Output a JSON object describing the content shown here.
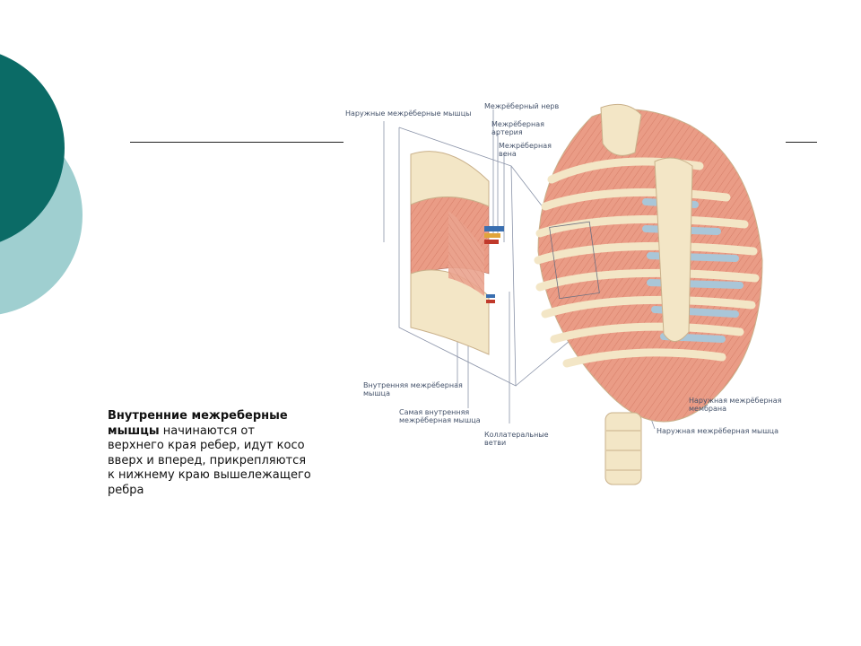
{
  "colors": {
    "circle_dark": "#0b6b66",
    "circle_light": "#9fcfd0",
    "muscle": "#ea9c86",
    "rib": "#f3e6c6",
    "cartilage": "#a9c6d8",
    "bone_outline": "#c9b08a",
    "label_text": "#45536b"
  },
  "text": {
    "bold_lead": "Внутренние межреберные мышцы",
    "rest": " начинаются от верхнего края ребер, идут косо вверх и вперед, прикрепляются к нижнему краю вышележащего ребра"
  },
  "labels": {
    "external_muscles": "Наружные межрёберные мышцы",
    "nerve": "Межрёберный нерв",
    "artery": "Межрёберная\nартерия",
    "vein": "Межрёберная\nвена",
    "internal_muscle": "Внутренняя межрёберная\nмышца",
    "innermost_muscle": "Самая внутренняя\nмежрёберная мышца",
    "collateral": "Коллатеральные\nветви",
    "ext_membrane": "Наружная межрёберная\nмембрана",
    "ext_muscle": "Наружная межрёберная мышца"
  }
}
